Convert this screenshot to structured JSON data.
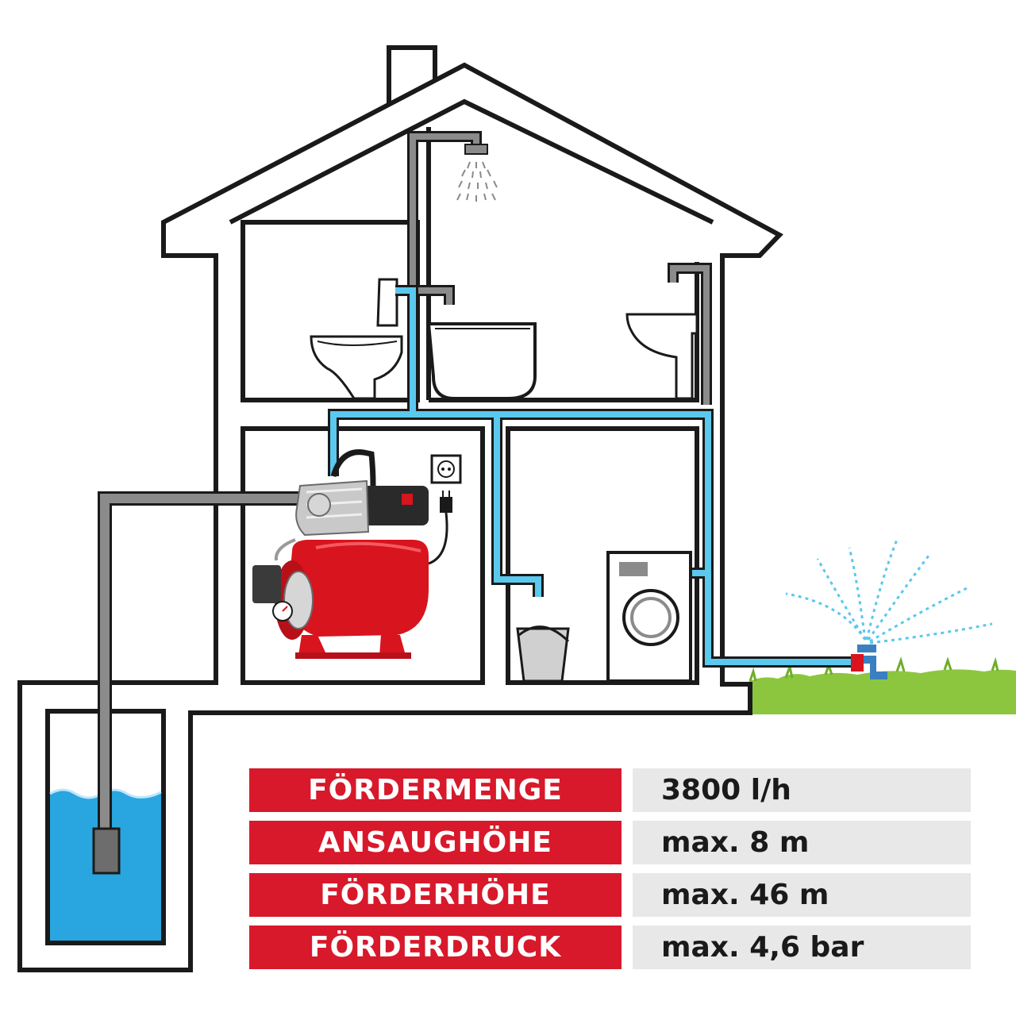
{
  "colors": {
    "label_bg": "#d7192b",
    "value_bg": "#e8e8e8",
    "pipe_water": "#5bc8ee",
    "pipe_grey": "#8b8b8b",
    "pump_red": "#d8141e",
    "grass": "#8cc63f",
    "well_water": "#29a6e0"
  },
  "specs": [
    {
      "label": "FÖRDERMENGE",
      "value": "3800 l/h"
    },
    {
      "label": "ANSAUGHÖHE",
      "value": "max. 8 m"
    },
    {
      "label": "FÖRDERHÖHE",
      "value": "max. 46 m"
    },
    {
      "label": "FÖRDERDRUCK",
      "value": "max. 4,6 bar"
    }
  ],
  "icons": [
    "house-outline-icon",
    "shower-icon",
    "toilet-icon",
    "bathtub-icon",
    "sink-icon",
    "pump-icon",
    "socket-icon",
    "plug-icon",
    "bucket-icon",
    "washing-machine-icon",
    "sprinkler-icon",
    "well-icon",
    "submersible-strainer-icon"
  ]
}
